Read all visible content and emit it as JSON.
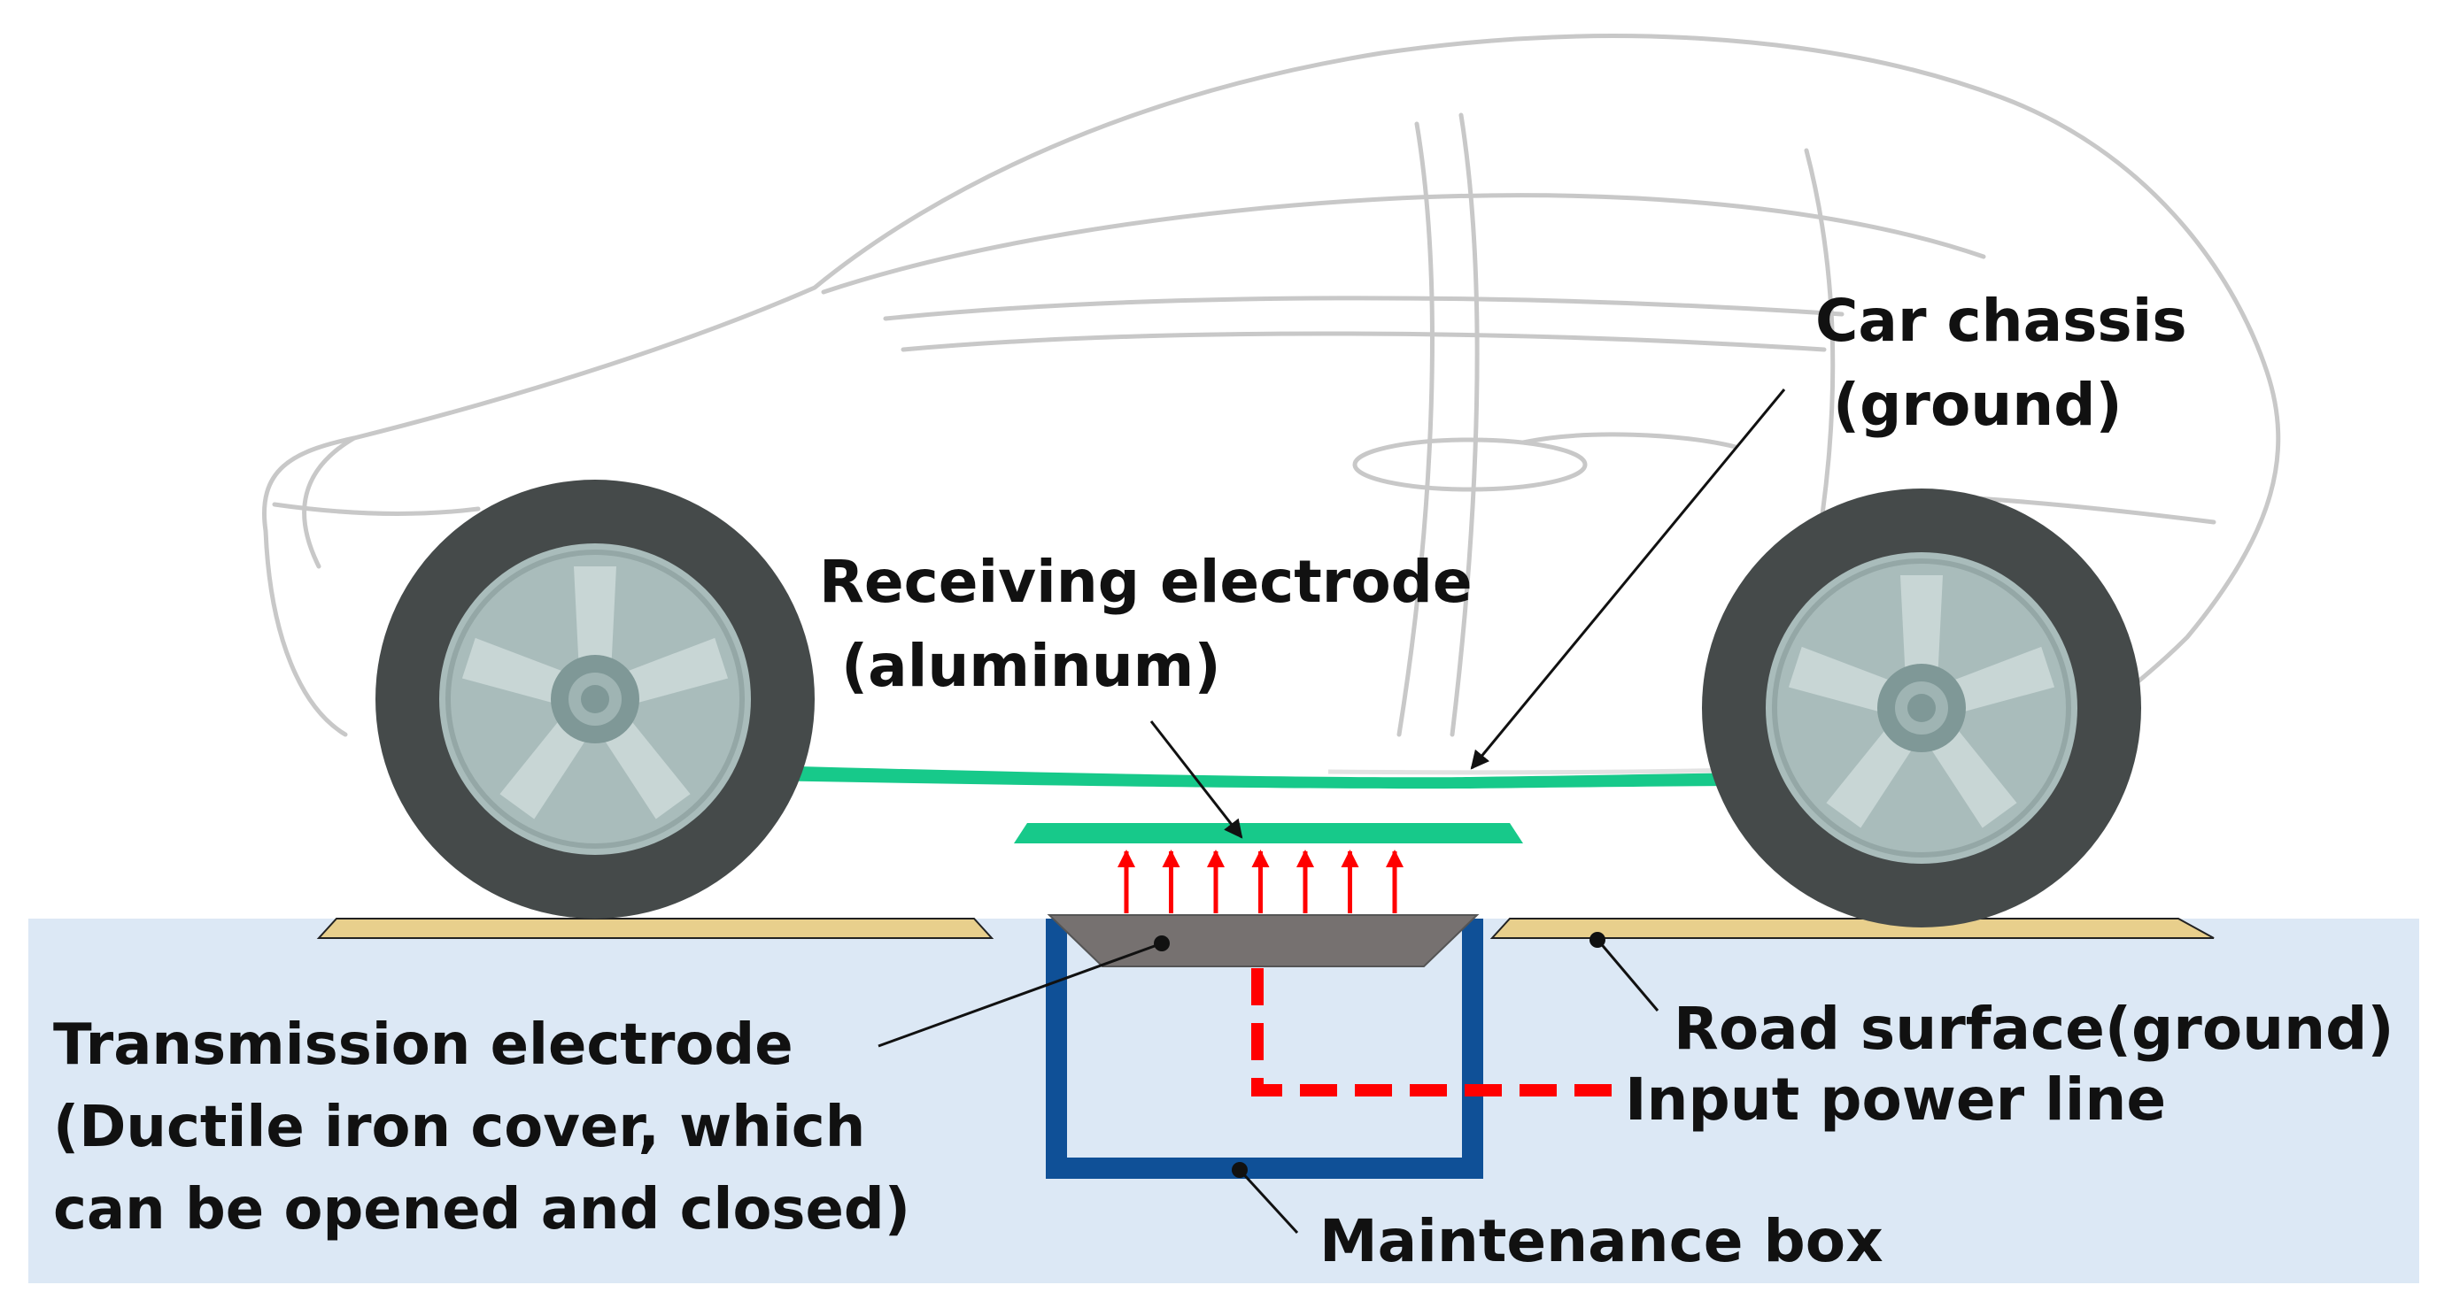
{
  "labels": {
    "car_chassis_1": "Car chassis",
    "car_chassis_2": "(ground)",
    "receiving_1": "Receiving electrode",
    "receiving_2": "(aluminum)",
    "transmission_1": "Transmission electrode",
    "transmission_2": "(Ductile iron cover, which",
    "transmission_3": "can be opened and closed)",
    "road_surface": "Road surface(ground)",
    "input_power": "Input power line",
    "maintenance": "Maintenance box"
  },
  "colors": {
    "ground_fill": "#dce8f5",
    "road_pad": "#e8cf8c",
    "electrode_green": "#17c98a",
    "transmission_gray": "#767170",
    "box_blue": "#0f5097",
    "power_line_red": "#ff0000",
    "tire_dark": "#454a4a",
    "wheel_rim": "#a9bcbb",
    "car_outline": "#c8c8c8"
  },
  "icons": {
    "wheel": "wheel-icon",
    "car": "car-outline-icon",
    "field_arrows": "arrow-up-icon"
  },
  "field_arrow_count": 7
}
